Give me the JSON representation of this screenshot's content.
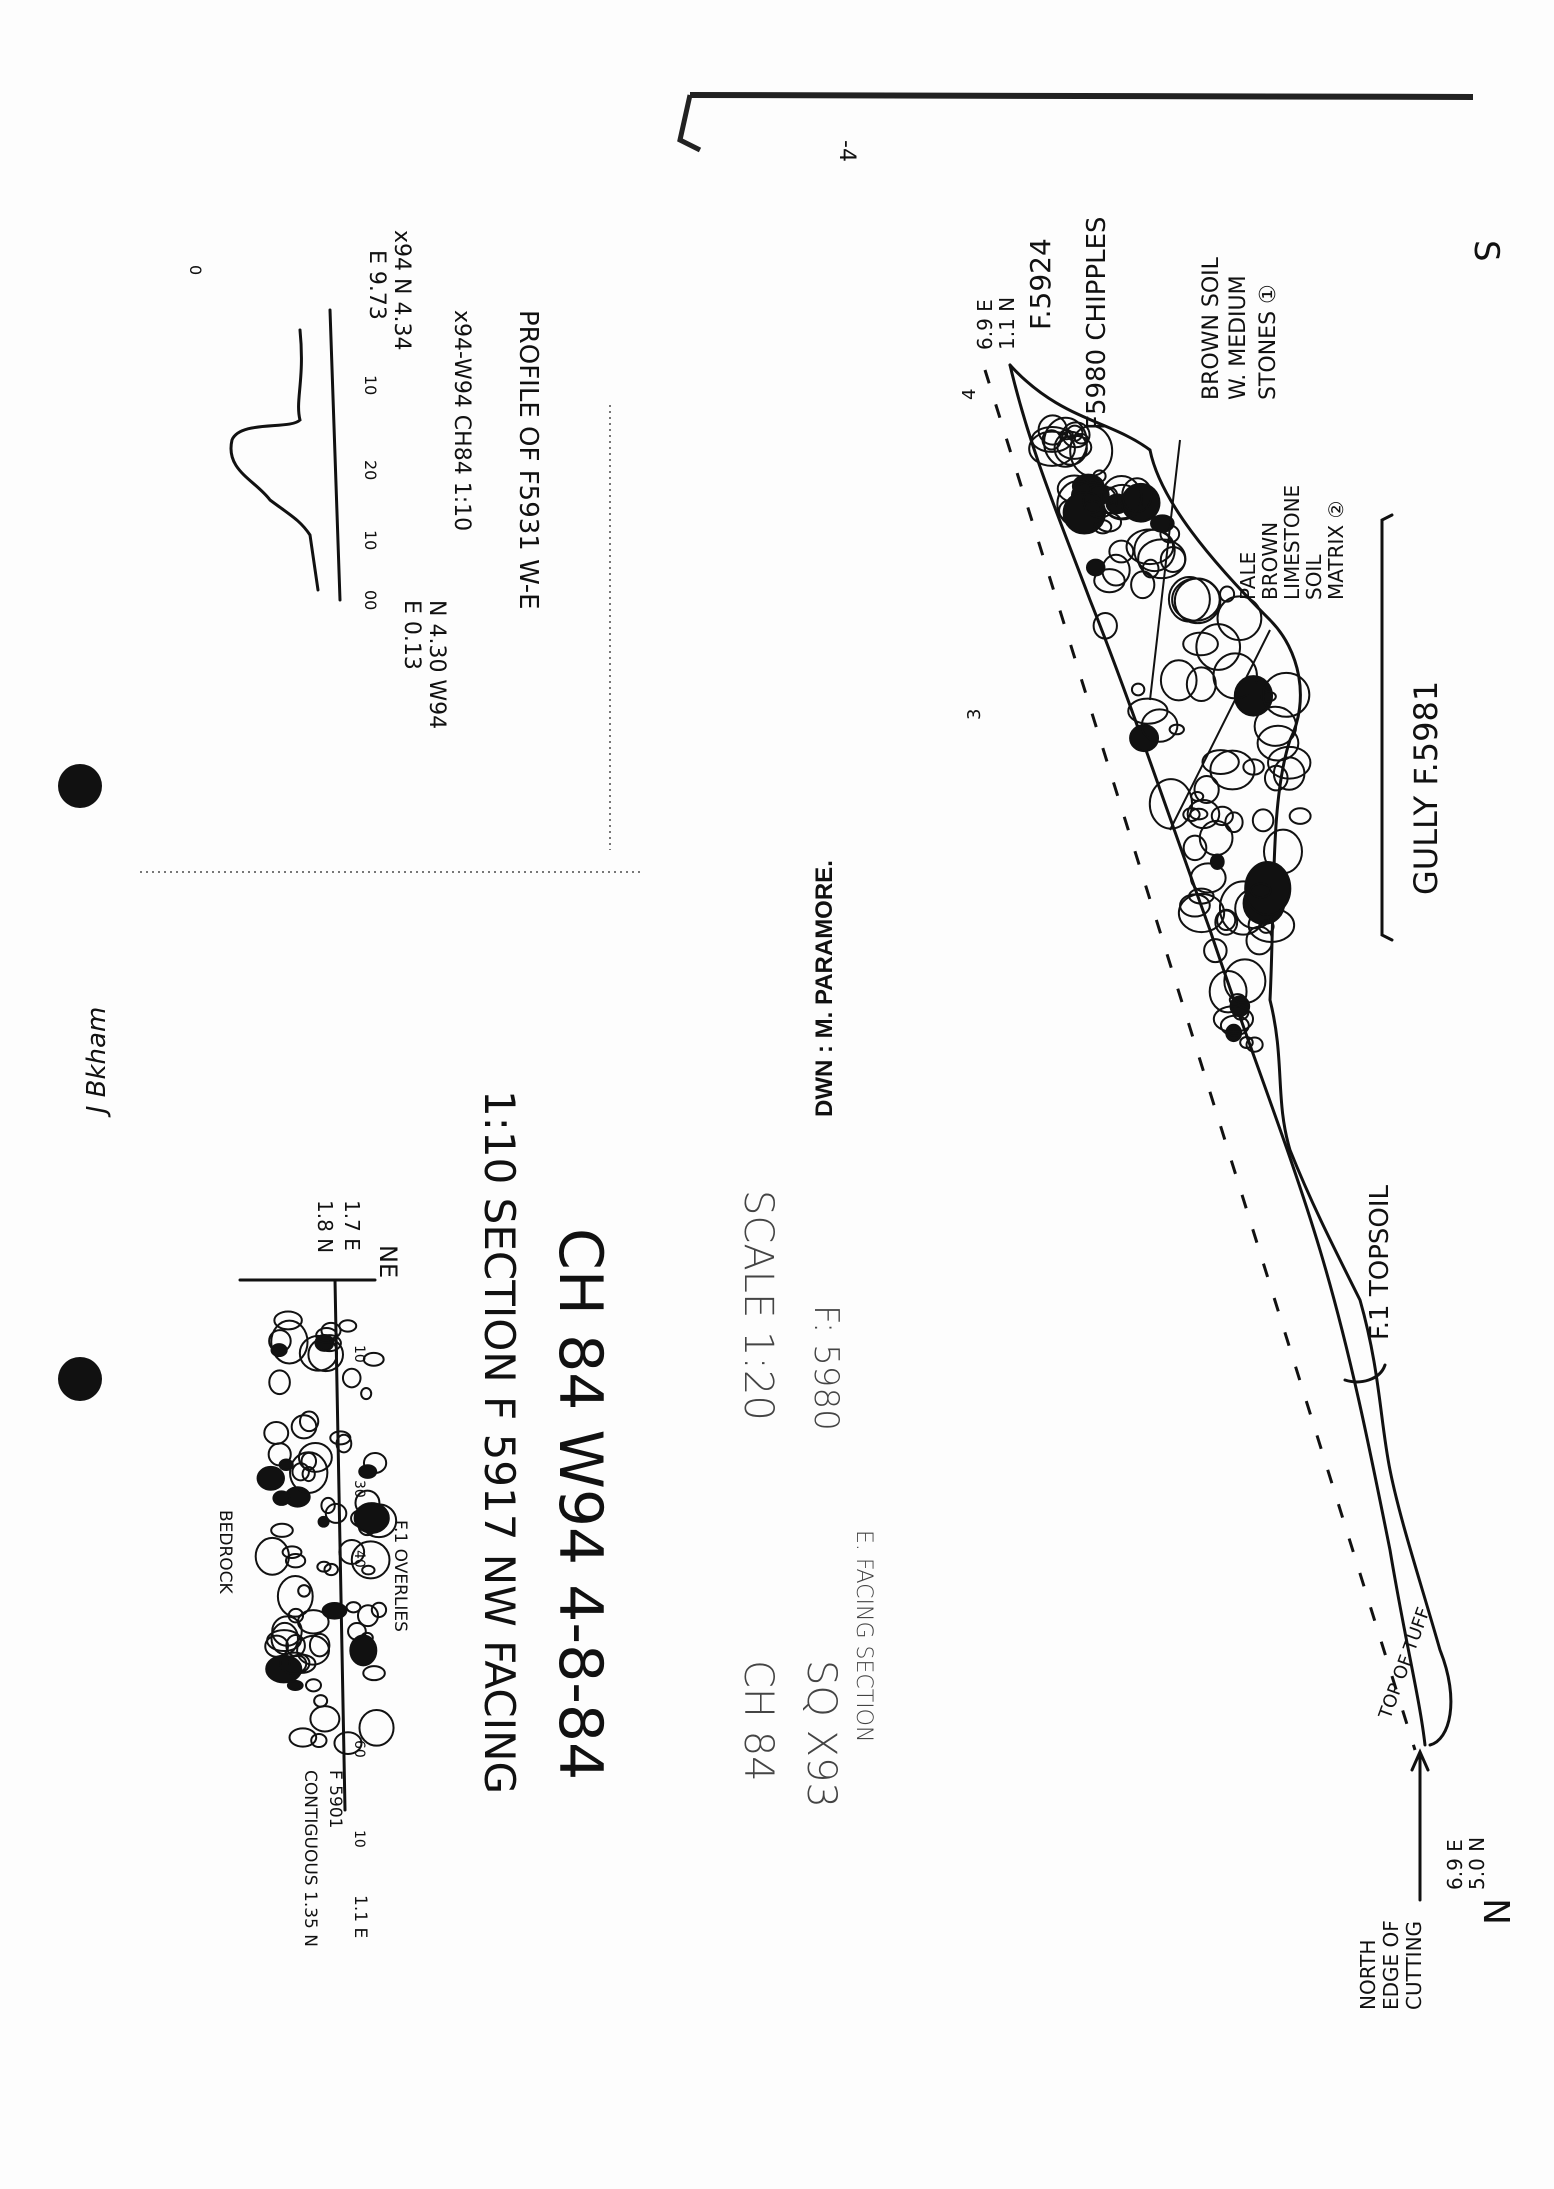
{
  "profile": {
    "title": "PROFILE OF F5931 W-E",
    "line2": "x94-W94 CH84 1:10 ",
    "line2_end": "N 4.30 W94",
    "line3_end": "E 0.13",
    "start_n": "x94 N 4.34",
    "start_e": "E 9.73",
    "ticks": [
      "0",
      "10",
      "20",
      "10",
      "00"
    ]
  },
  "signature": "J Bkham",
  "small_section": {
    "orientation": "NE",
    "start_e": "1.7 E",
    "start_n": "1.8 N",
    "ticks": [
      "10",
      "30",
      "40",
      "60",
      "10"
    ],
    "note_overlies": "F.1 OVERLIES",
    "note_bedrock": "BEDROCK",
    "note_contiguous_1": "F 5901",
    "note_contiguous_2": "CONTIGUOUS 1.35 N",
    "end_e": "1.1 E"
  },
  "section_title": {
    "line1": "CH 84   W94   4-8-84",
    "line2": "1:10  SECTION  F 5917  NW FACING"
  },
  "main_label": {
    "scale": "SCALE 1:20",
    "feature": "F: 5980",
    "site": "CH 84",
    "square": "SQ X93",
    "facing": "E. FACING SECTION",
    "drawn_by": "DWN : M. PARAMORE."
  },
  "main_section": {
    "page_mark": "-4",
    "south": "S",
    "north": "N",
    "top_coord_e": "6.9 E",
    "top_coord_n": "1.1 N",
    "top_tick": "4",
    "mid_tick": "3",
    "f5924": "F.5924",
    "f5980": "F5980 CHIPPLES",
    "layer1": [
      "BROWN SOIL",
      "W. MEDIUM",
      "STONES ①"
    ],
    "layer2": [
      "PALE",
      "BROWN",
      "LIMESTONE",
      "SOIL",
      "MATRIX ②"
    ],
    "gully": "GULLY F.5981",
    "topsoil": "F.1 TOPSOIL",
    "tuff": "TOP OF TUFF",
    "bottom_coord_e": "6.9 E",
    "bottom_coord_n": "5.0 N",
    "north_edge": [
      "NORTH",
      "EDGE OF",
      "CUTTING"
    ]
  }
}
